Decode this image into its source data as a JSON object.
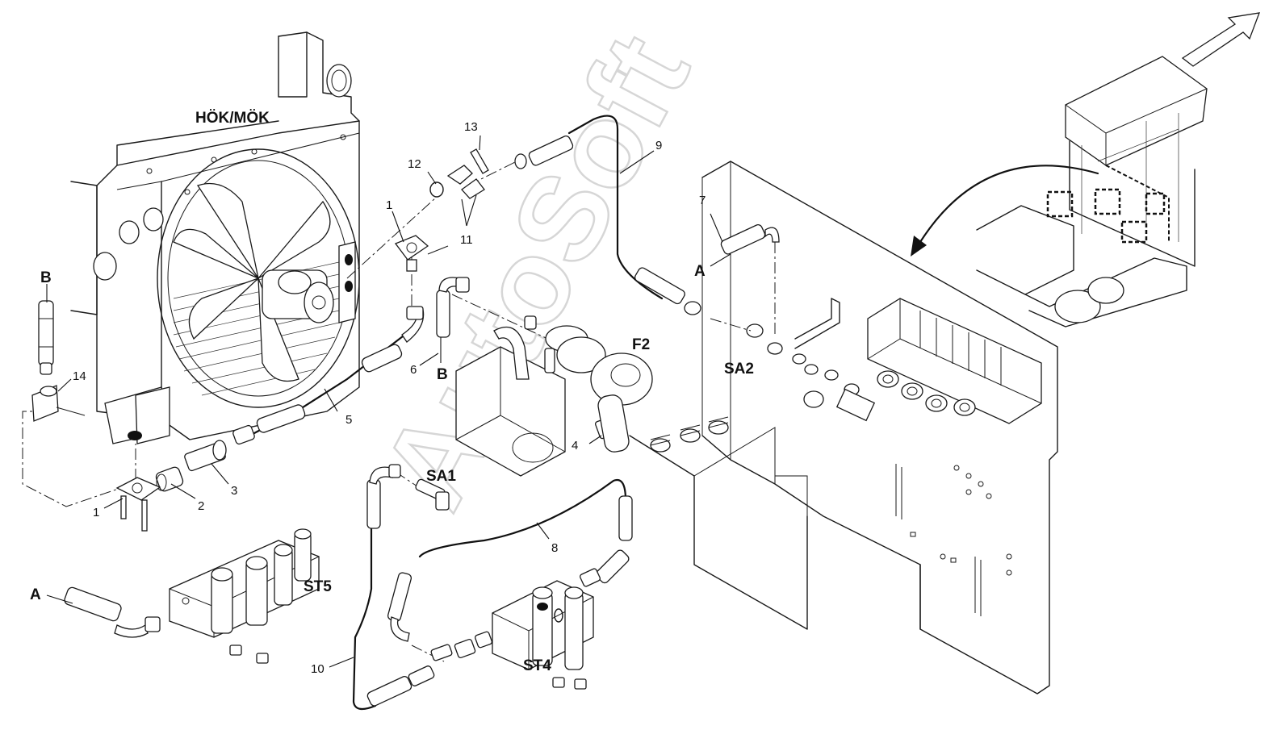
{
  "labels": {
    "hok_mok": "HÖK/MÖK",
    "f2": "F2",
    "sa1": "SA1",
    "sa2": "SA2",
    "st4": "ST4",
    "st5": "ST5",
    "a_top": "A",
    "a_bottom": "A",
    "b_left": "B",
    "b_mid": "B"
  },
  "callouts": {
    "c1_top": "1",
    "c1_bottom": "1",
    "c2": "2",
    "c3": "3",
    "c4": "4",
    "c5": "5",
    "c6": "6",
    "c7": "7",
    "c8": "8",
    "c9": "9",
    "c10": "10",
    "c11": "11",
    "c12": "12",
    "c13": "13",
    "c14": "14"
  },
  "watermark": "AutoSoft"
}
